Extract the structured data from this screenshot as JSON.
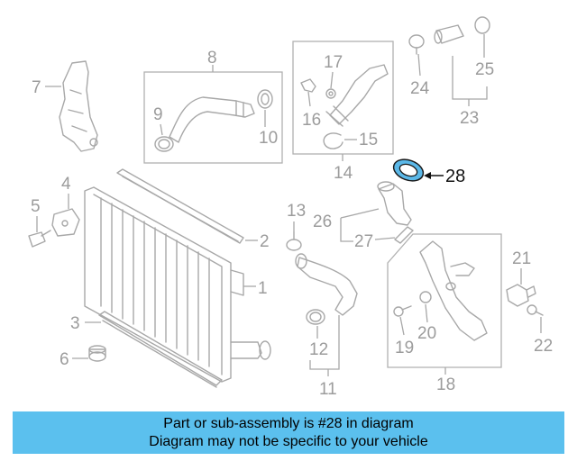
{
  "diagram": {
    "callouts": {
      "c1": "1",
      "c2": "2",
      "c3": "3",
      "c4": "4",
      "c5": "5",
      "c6": "6",
      "c7": "7",
      "c8": "8",
      "c9": "9",
      "c10": "10",
      "c11": "11",
      "c12": "12",
      "c13": "13",
      "c14": "14",
      "c15": "15",
      "c16": "16",
      "c17": "17",
      "c18": "18",
      "c19": "19",
      "c20": "20",
      "c21": "21",
      "c22": "22",
      "c23": "23",
      "c24": "24",
      "c25": "25",
      "c26": "26",
      "c27": "27",
      "c28": "28"
    },
    "highlighted_part": "28",
    "highlight_color": "#5bb8e8"
  },
  "banner": {
    "line1": "Part or sub-assembly is #28 in diagram",
    "line2": "Diagram may not be specific to your vehicle",
    "background": "#5bc0ee"
  }
}
